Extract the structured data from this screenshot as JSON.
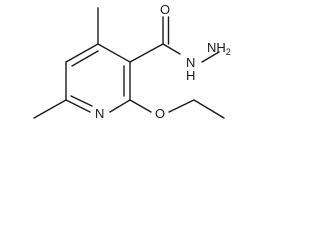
{
  "molecule": {
    "atoms": {
      "carbonyl_oxygen": "O",
      "amide_nitrogen": "N",
      "amide_hydrogen": "H",
      "hydrazine_nitrogen": "NH",
      "hydrazine_subscript": "2",
      "ring_nitrogen": "N",
      "ether_oxygen": "O"
    }
  }
}
